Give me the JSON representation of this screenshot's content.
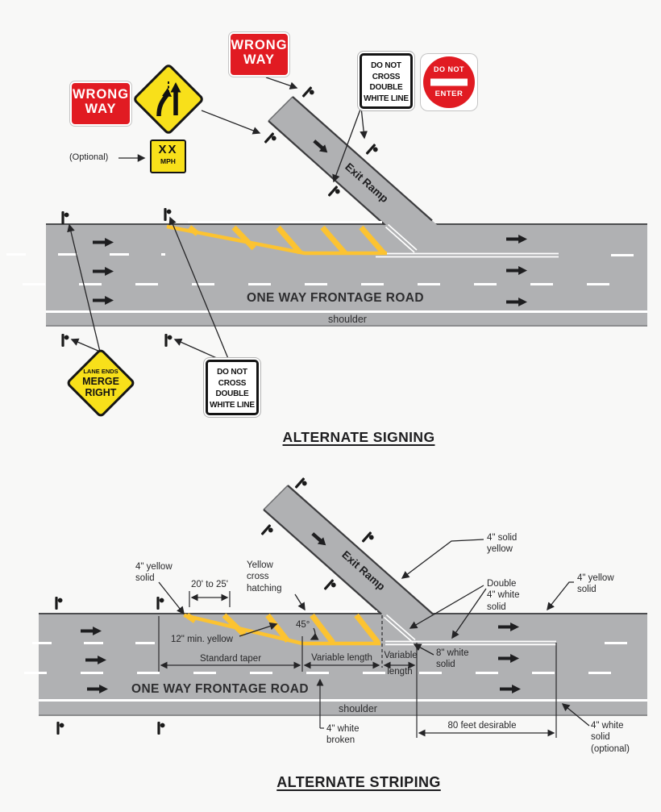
{
  "titles": {
    "signing": "ALTERNATE SIGNING",
    "striping": "ALTERNATE STRIPING"
  },
  "signs": {
    "wrong_way": {
      "line1": "WRONG",
      "line2": "WAY"
    },
    "do_not_cross": {
      "line1": "DO NOT",
      "line2": "CROSS",
      "line3": "DOUBLE",
      "line4": "WHITE LINE"
    },
    "do_not_enter": {
      "line1": "DO NOT",
      "line2": "ENTER"
    },
    "speed_plaque": {
      "line1": "XX",
      "line2": "MPH"
    },
    "optional_note": "(Optional)",
    "lane_ends": {
      "line1": "LANE ENDS",
      "line2": "MERGE",
      "line3": "RIGHT"
    }
  },
  "road": {
    "name": "ONE WAY FRONTAGE ROAD",
    "shoulder": "shoulder",
    "exit_ramp": "Exit Ramp"
  },
  "striping_labels": {
    "yellow_solid_left_1": "4\" yellow",
    "yellow_solid_left_2": "solid",
    "spacing": "20' to 25'",
    "cross_hatching_1": "Yellow",
    "cross_hatching_2": "cross",
    "cross_hatching_3": "hatching",
    "min_yellow": "12\" min. yellow",
    "angle": "45°",
    "standard_taper": "Standard taper",
    "variable_length": "Variable length",
    "variable_2a": "Variable",
    "variable_2b": "length",
    "white_8_1": "8\" white",
    "white_8_2": "solid",
    "solid_yellow_1": "4\" solid",
    "solid_yellow_2": "yellow",
    "double_white_1": "Double",
    "double_white_2": "4\" white",
    "double_white_3": "solid",
    "yellow_solid_right_1": "4\" yellow",
    "yellow_solid_right_2": "solid",
    "white_broken_1": "4\" white",
    "white_broken_2": "broken",
    "eighty_feet": "80 feet desirable",
    "white_optional_1": "4\" white",
    "white_optional_2": "solid",
    "white_optional_3": "(optional)"
  },
  "colors": {
    "road_gray": "#b0b1b3",
    "hatch_yellow": "#fcc331",
    "sign_red": "#e11b22",
    "sign_yellow": "#f8e01a"
  }
}
